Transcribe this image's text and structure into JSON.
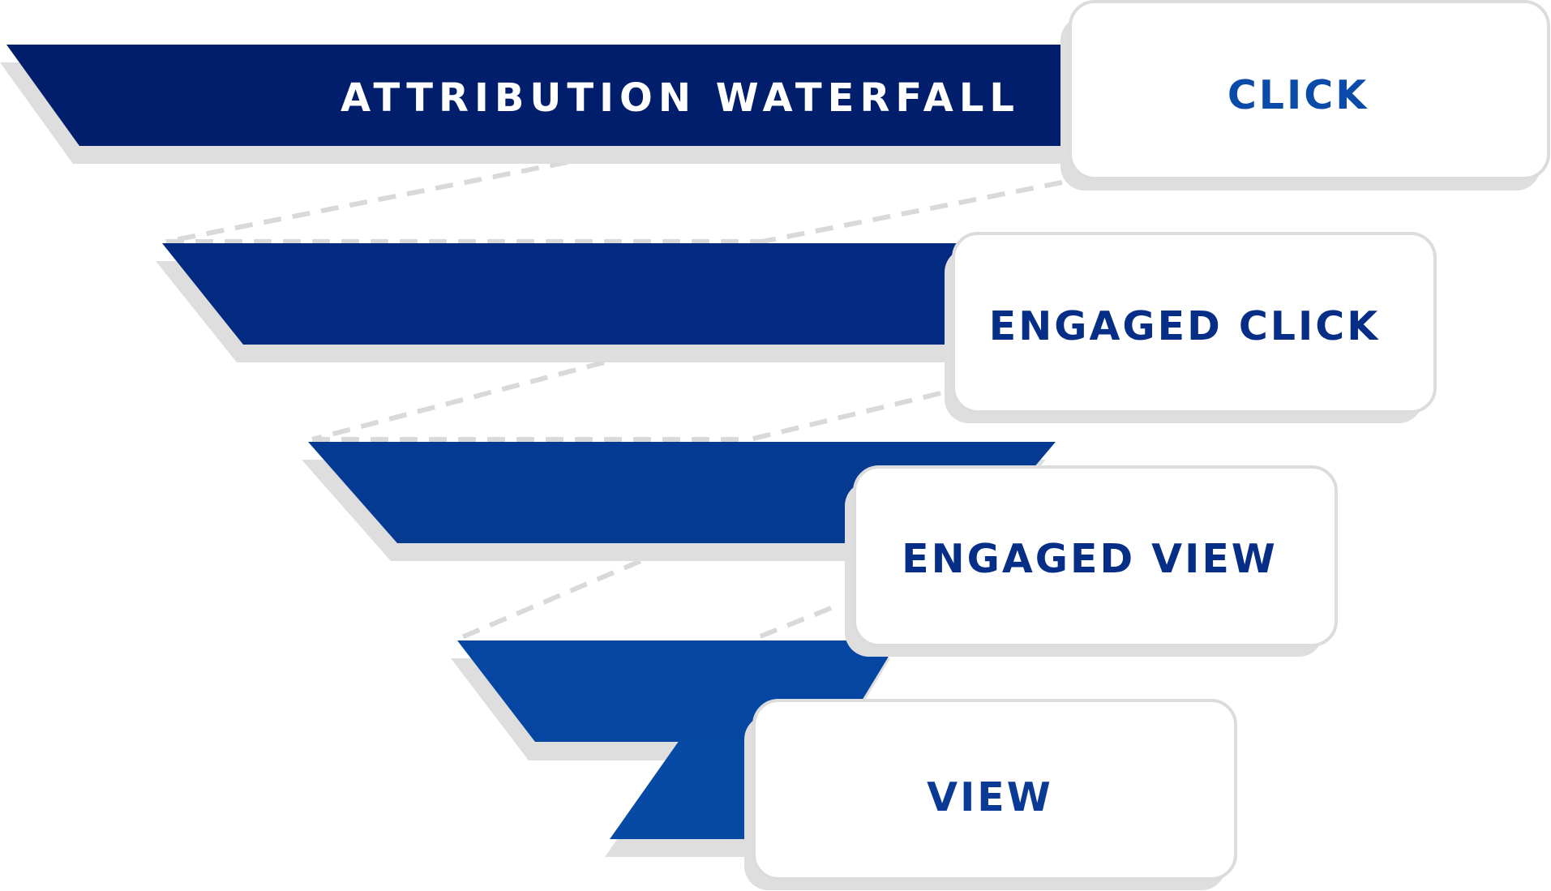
{
  "title": "ATTRIBUTION WATERFALL",
  "stages": [
    {
      "label": "CLICK",
      "label_color": "#0a4aa8"
    },
    {
      "label": "ENGAGED CLICK",
      "label_color": "#062e86"
    },
    {
      "label": "ENGAGED VIEW",
      "label_color": "#062e86"
    },
    {
      "label": "VIEW",
      "label_color": "#0a3a96"
    }
  ],
  "colors": {
    "band_1": "#001e6c",
    "band_2": "#022a80",
    "band_3": "#043a92",
    "band_4": "#0546a3",
    "band_5": "#064aa6",
    "shadow": "#dedede",
    "dash": "#d9d9d9",
    "card_border": "#dcdcdc",
    "card_fill": "#ffffff",
    "title_text": "#ffffff"
  }
}
